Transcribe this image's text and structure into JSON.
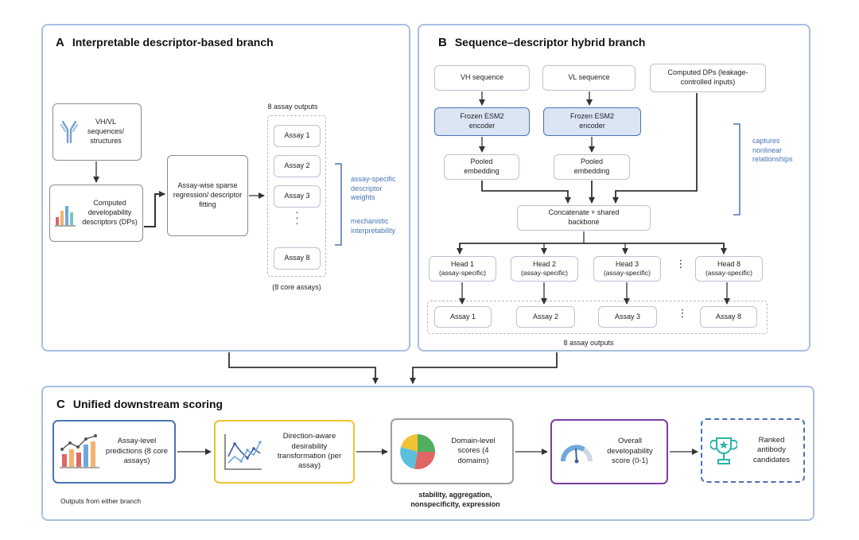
{
  "panel_a": {
    "letter": "A",
    "title": "Interpretable descriptor-based branch",
    "input_label": "VH/VL sequences/ structures",
    "dp_label": "Computed developability descriptors (DPs)",
    "regression_label": "Assay-wise sparse regression/ descriptor fitting",
    "outputs_label": "8 assay outputs",
    "assays": [
      "Assay 1",
      "Assay 2",
      "Assay 3",
      "Assay 8"
    ],
    "ellipsis": ".\n.\n.",
    "core_label": "(8 core assays)",
    "note_weights": "assay-specific descriptor weights",
    "note_mech": "mechanistic interpretability"
  },
  "panel_b": {
    "letter": "B",
    "title": "Sequence–descriptor hybrid branch",
    "vh": "VH  sequence",
    "vl": "VL  sequence",
    "computed_dps": "Computed  DPs (leakage-controlled inputs)",
    "encoder": "Frozen ESM2 encoder",
    "pooled": "Pooled embedding",
    "concat": "Concatenate + shared backbone",
    "note_nonlinear": "captures nonlinear relationships",
    "heads": [
      {
        "name": "Head 1",
        "sub": "(assay-specific)"
      },
      {
        "name": "Head 2",
        "sub": "(assay-specific)"
      },
      {
        "name": "Head 3",
        "sub": "(assay-specific)"
      },
      {
        "name": "Head 8",
        "sub": "(assay-specific)"
      }
    ],
    "assays": [
      "Assay  1",
      "Assay  2",
      "Assay  3",
      "Assay  8"
    ],
    "colon": "⋮",
    "outputs_label": "8 assay outputs"
  },
  "panel_c": {
    "letter": "C",
    "title": "Unified downstream scoring",
    "step1": "Assay-level predictions (8 core assays)",
    "step2": "Direction-aware desirability transformation (per assay)",
    "step3": "Domain-level scores (4 domains)",
    "step4": "Overall developability score (0-1)",
    "step5": "Ranked antibody candidates",
    "under1": "Outputs from either branch",
    "under3": "stability, aggregation, nonspecificity, expression"
  },
  "colors": {
    "panel_border": "#a9bfe0",
    "encoder_fill": "#dbe5f4",
    "encoder_border": "#4b73b5",
    "note_blue": "#4b73b5",
    "step1_border": "#4b73b5",
    "step2_border": "#f1c232",
    "step3_border": "#9e9e9e",
    "step4_border": "#7b3fa0",
    "step5_border": "#4b73b5"
  },
  "icons": [
    "antibody-icon",
    "bar-chart-icon",
    "line-chart-icon",
    "pie-chart-icon",
    "gauge-icon",
    "trophy-icon"
  ]
}
